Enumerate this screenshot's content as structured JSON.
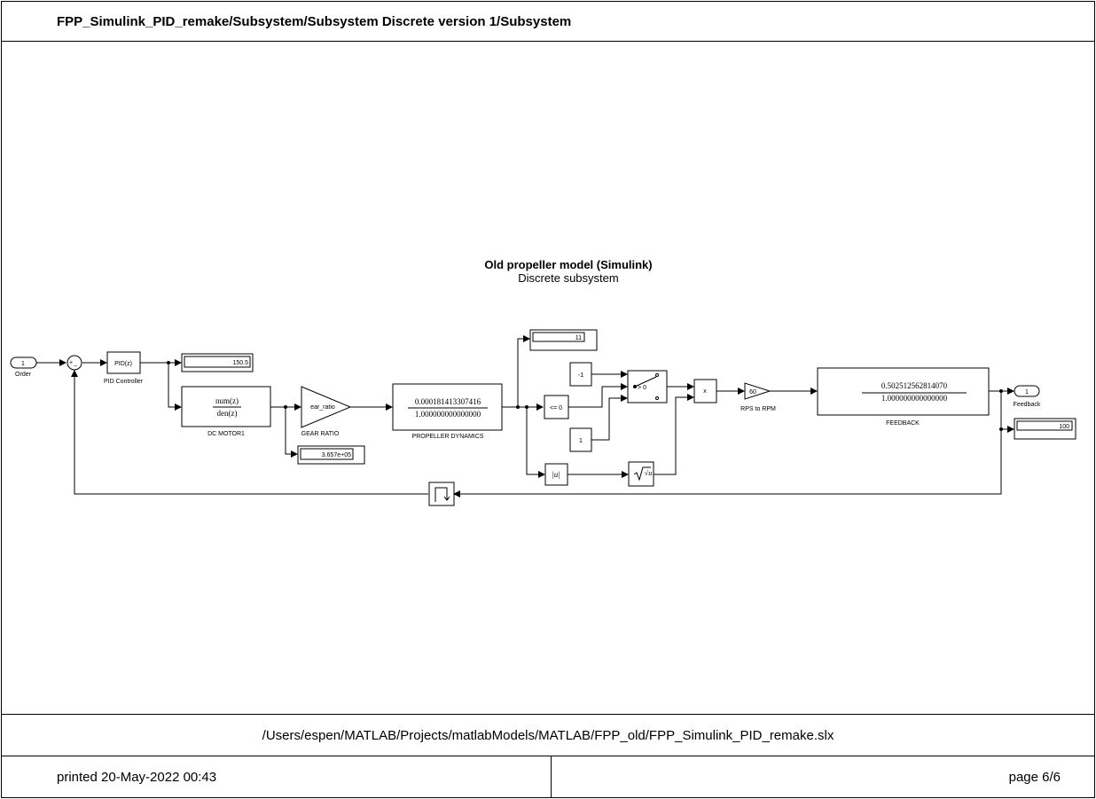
{
  "header": {
    "path": "FPP_Simulink_PID_remake/Subsystem/Subsystem Discrete version 1/Subsystem"
  },
  "annotation": {
    "title": "Old propeller model (Simulink)",
    "subtitle": "Discrete subsystem"
  },
  "blocks": {
    "inport": {
      "number": "1",
      "label": "Order"
    },
    "sum": {
      "plus": "+",
      "minus": "−"
    },
    "pid": {
      "text": "PID(z)",
      "label": "PID Controller"
    },
    "display_pid": {
      "value": "150.5"
    },
    "dc_motor": {
      "num": "num(z)",
      "den": "den(z)",
      "label": "DC MOTOR1"
    },
    "gear": {
      "text": "ear_ratio",
      "label": "GEAR RATIO"
    },
    "display_gear": {
      "value": "3.657e+05"
    },
    "propeller": {
      "num": "0.000181413307416",
      "den": "1.000000000000000",
      "label": "PROPELLER DYNAMICS"
    },
    "display_prop": {
      "value": "11"
    },
    "const_neg1": {
      "value": "-1"
    },
    "compare": {
      "text": "<= 0"
    },
    "const_1": {
      "value": "1"
    },
    "switch": {
      "text": "> 0"
    },
    "abs": {
      "text": "|u|"
    },
    "sqrt": {
      "text": "√u"
    },
    "product": {
      "text": "x"
    },
    "rps_gain": {
      "value": "60",
      "label": "RPS to RPM"
    },
    "feedback": {
      "num": "0.502512562814070",
      "den": "1.000000000000000",
      "label": "FEEDBACK"
    },
    "outport": {
      "number": "1",
      "label": "Feedback"
    },
    "display_fb": {
      "value": "100"
    }
  },
  "footer": {
    "file_path": "/Users/espen/MATLAB/Projects/matlabModels/MATLAB/FPP_old/FPP_Simulink_PID_remake.slx",
    "printed": "printed 20-May-2022 00:43",
    "page": "page 6/6"
  }
}
